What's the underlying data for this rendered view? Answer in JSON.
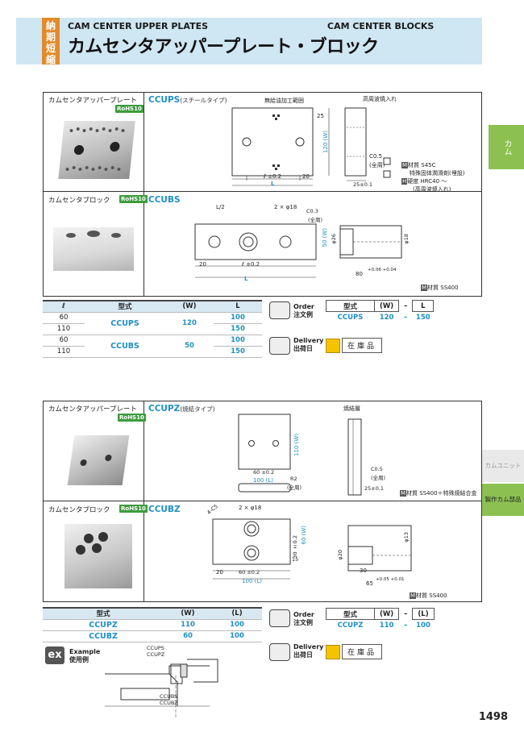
{
  "header": {
    "tag": "納期短縮",
    "title_en_left": "CAM CENTER UPPER PLATES",
    "title_en_right": "CAM CENTER BLOCKS",
    "title_jp": "カムセンタアッパープレート・ブロック"
  },
  "side_tabs": {
    "cam": "カム",
    "cam_unit": "カムユニット",
    "parts": "製作カム部品"
  },
  "rohs": "RoHS10",
  "section1": {
    "row1_label": "カムセンタアッパープレート",
    "row1_code": "CCUPS",
    "row1_code_note": "(スチールタイプ)",
    "row1_notes": {
      "oil": "無給油加工範囲",
      "quench": "高周波焼入れ",
      "material_tag": "M",
      "material": "材質 S45C",
      "material2": "特殊固体潤滑剤(埋設)",
      "hardness_tag": "H",
      "hardness": "硬度 HRC40 ～",
      "hardness2": "(高周波焼入れ)",
      "dim_120w": "120 (W)",
      "dim_l": "L",
      "dim_l02": "ℓ ±0.2",
      "dim_20": "20",
      "dim_25": "25",
      "dim_c05": "C0.5",
      "dim_zen": "(全周)",
      "dim_25b": "25±0.1"
    },
    "row2_label": "カムセンタブロック",
    "row2_code": "CCUBS",
    "row2_notes": {
      "l2": "L/2",
      "phi18": "2 × φ18",
      "c03": "C0.3",
      "zen": "(全周)",
      "w50": "50 (W)",
      "phi26": "φ26",
      "phi18b": "φ18",
      "d20": "20",
      "l02": "ℓ ±0.2",
      "dl": "L",
      "d80": "80",
      "tol": "+0.06 +0.04",
      "material_tag": "M",
      "material": "材質 SS400"
    }
  },
  "table1": {
    "headers": [
      "ℓ",
      "型式",
      "(W)",
      "L"
    ],
    "rows": [
      {
        "l": "60",
        "type": "CCUPS",
        "w": "120",
        "L": "100"
      },
      {
        "l": "110",
        "type": "",
        "w": "",
        "L": "150"
      },
      {
        "l": "60",
        "type": "CCUBS",
        "w": "50",
        "L": "100"
      },
      {
        "l": "110",
        "type": "",
        "w": "",
        "L": "150"
      }
    ]
  },
  "order1": {
    "label_en": "Order",
    "label_jp": "注文例",
    "headers": [
      "型式",
      "(W)",
      "–",
      "L"
    ],
    "values": [
      "CCUPS",
      "120",
      "–",
      "150"
    ],
    "delivery_en": "Delivery",
    "delivery_jp": "出荷日",
    "stock": "在庫品"
  },
  "section2": {
    "row1_label": "カムセンタアッパープレート",
    "row1_code": "CCUPZ",
    "row1_code_note": "(焼結タイプ)",
    "row1_notes": {
      "sinter": "焼結層",
      "w110": "110 (W)",
      "d60": "60 ±0.2",
      "d100": "100 (L)",
      "r2": "R2",
      "zen": "(全周)",
      "c05": "C0.5",
      "zen2": "(全周)",
      "d25": "25±0.1",
      "material_tag": "M",
      "material": "材質 SS400＋特殊焼結合金"
    },
    "row2_label": "カムセンタブロック",
    "row2_code": "CCUBZ",
    "row2_notes": {
      "c": "4-C5",
      "phi18": "2 × φ18",
      "w60": "60 (W)",
      "d30": "30 ±0.2",
      "d15": "15",
      "d20": "20",
      "d60": "60 ±0.2",
      "d100": "100 (L)",
      "phi20": "φ20",
      "phi13": "φ13",
      "d30b": "30",
      "d65": "65",
      "tol": "+0.05 +0.01",
      "material_tag": "M",
      "material": "材質 SS400"
    }
  },
  "table2": {
    "headers": [
      "型式",
      "(W)",
      "(L)"
    ],
    "rows": [
      {
        "type": "CCUPZ",
        "w": "110",
        "L": "100"
      },
      {
        "type": "CCUBZ",
        "w": "60",
        "L": "100"
      }
    ]
  },
  "order2": {
    "label_en": "Order",
    "label_jp": "注文例",
    "headers": [
      "型式",
      "(W)",
      "–",
      "(L)"
    ],
    "values": [
      "CCUPZ",
      "110",
      "–",
      "100"
    ],
    "delivery_en": "Delivery",
    "delivery_jp": "出荷日",
    "stock": "在庫品"
  },
  "example": {
    "badge": "ex",
    "label_en": "Example",
    "label_jp": "使用例",
    "callout1a": "CCUPS",
    "callout1b": "CCUPZ",
    "callout2a": "CCUBS",
    "callout2b": "CCUBZ"
  },
  "page_number": "1498"
}
